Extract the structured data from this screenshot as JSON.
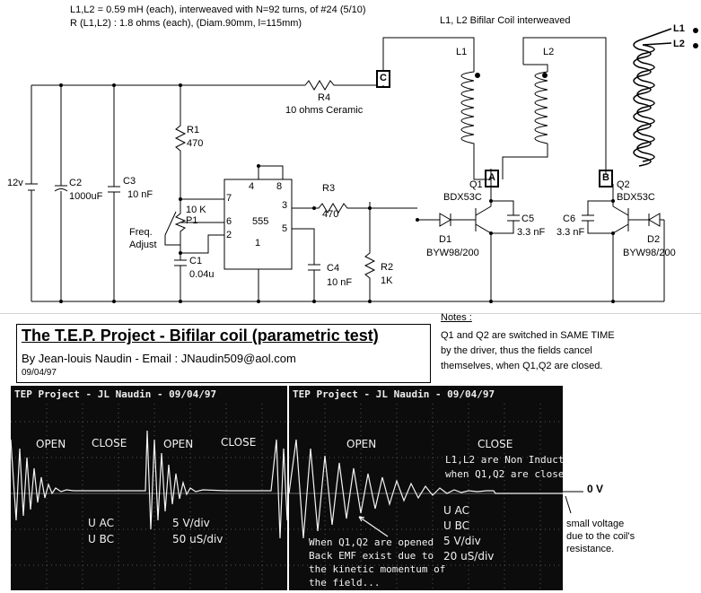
{
  "spec": {
    "line1": "L1,L2 = 0.59 mH (each), interweaved with N=92 turns, of #24 (5/10)",
    "line2": "R (L1,L2) : 1.8 ohms (each), (Diam.90mm, l=115mm)"
  },
  "coil_title": "L1, L2 Bifilar Coil interweaved",
  "coil_legend": {
    "l1": "L1",
    "l2": "L2"
  },
  "components": {
    "battery": "12v",
    "c2_name": "C2",
    "c2_value": "1000uF",
    "c3_name": "C3",
    "c3_value": "10 nF",
    "r1_name": "R1",
    "r1_value": "470",
    "p1_value": "10 K",
    "p1_name": "P1",
    "freq_line1": "Freq.",
    "freq_line2": "Adjust",
    "c1_name": "C1",
    "c1_value": "0.04u",
    "ic_name": "555",
    "pins": {
      "p4": "4",
      "p8": "8",
      "p7": "7",
      "p6": "6",
      "p2": "2",
      "p3": "3",
      "p5": "5",
      "p1": "1"
    },
    "r3_name": "R3",
    "r3_value": "470",
    "c4_name": "C4",
    "c4_value": "10 nF",
    "r2_name": "R2",
    "r2_value": "1K",
    "r4_name": "R4",
    "r4_value": "10 ohms Ceramic",
    "node_c": "C",
    "node_a": "A",
    "node_b": "B",
    "l1": "L1",
    "l2": "L2",
    "q1_name": "Q1",
    "q1_part": "BDX53C",
    "q2_name": "Q2",
    "q2_part": "BDX53C",
    "c5_name": "C5",
    "c5_value": "3.3 nF",
    "c6_name": "C6",
    "c6_value": "3.3 nF",
    "d1_name": "D1",
    "d1_part": "BYW98/200",
    "d2_name": "D2",
    "d2_part": "BYW98/200"
  },
  "title_block": {
    "title": "The T.E.P.  Project - Bifilar coil (parametric test)",
    "byline": "By Jean-louis Naudin - Email :  JNaudin509@aol.com",
    "date": "09/04/97"
  },
  "notes": {
    "heading": "Notes :",
    "line1": "Q1 and Q2 are switched in SAME TIME",
    "line2": "by the driver, thus the fields cancel",
    "line3": "themselves, when Q1,Q2 are closed."
  },
  "scope_left": {
    "header": "TEP Project - JL Naudin - 09/04/97",
    "open1": "OPEN",
    "close1": "CLOSE",
    "open2": "OPEN",
    "close2": "CLOSE",
    "ch1": "U AC",
    "ch2": "U BC",
    "vdiv": "5 V/div",
    "tdiv": "50 uS/div"
  },
  "scope_right": {
    "header": "TEP Project - JL Naudin - 09/04/97",
    "open": "OPEN",
    "close": "CLOSE",
    "ann1": "L1,L2 are Non Inductive",
    "ann2": "when Q1,Q2 are closed",
    "ch1": "U AC",
    "ch2": "U BC",
    "vdiv": "5 V/div",
    "tdiv": "20 uS/div",
    "bemf1": "When Q1,Q2 are opened",
    "bemf2": "Back EMF exist due to",
    "bemf3": "the kinetic momentum of",
    "bemf4": "the field..."
  },
  "zero_label": "0 V",
  "side_note": {
    "line1": "small voltage",
    "line2": "due to the coil's",
    "line3": "resistance."
  }
}
